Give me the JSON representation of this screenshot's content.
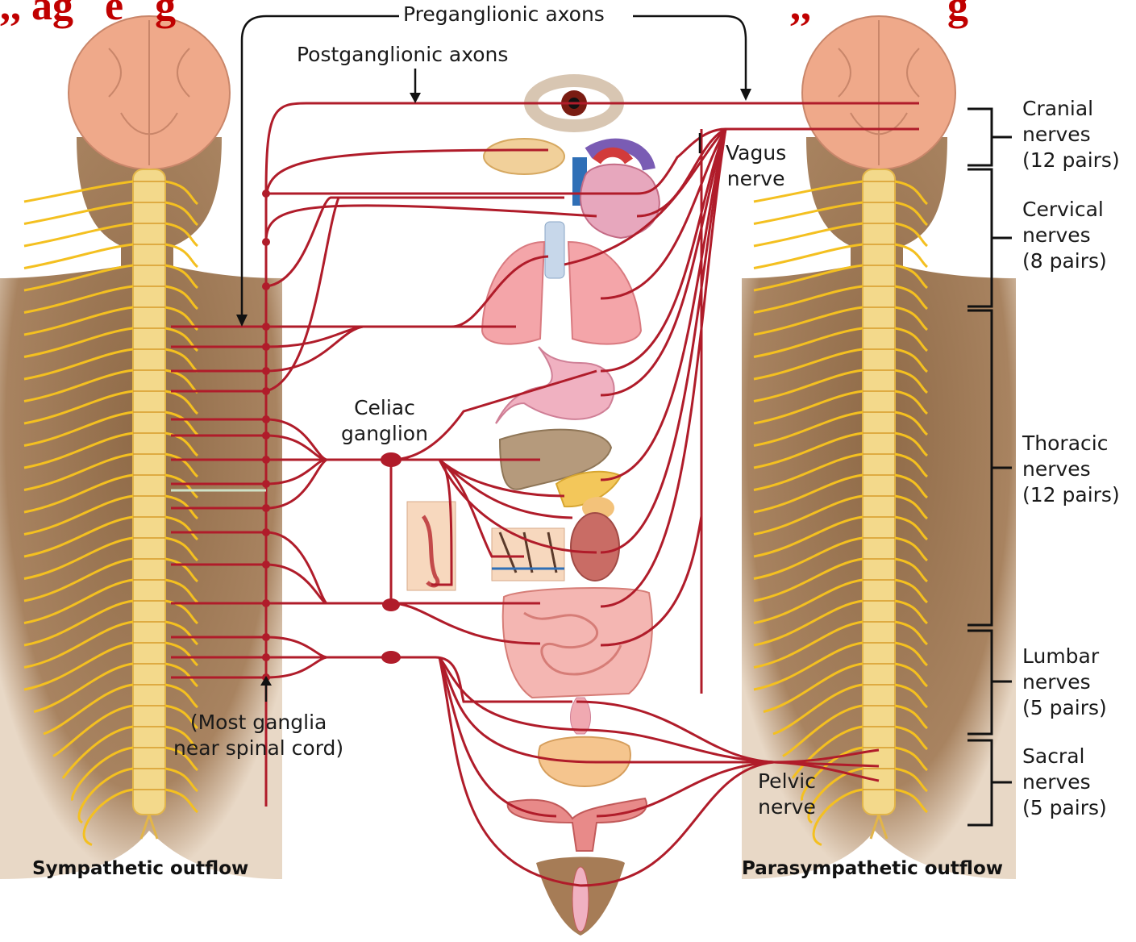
{
  "header": {
    "title_left": ",, ag   e   g",
    "title_right": ",,             g"
  },
  "labels": {
    "preganglionic": "Preganglionic axons",
    "postganglionic": "Postganglionic axons",
    "vagus": "Vagus\nnerve",
    "celiac": "Celiac\nganglion",
    "pelvic": "Pelvic\nnerve",
    "most_ganglia": "(Most ganglia\nnear spinal cord)"
  },
  "nerve_groups": [
    {
      "name": "Cranial",
      "text": "Cranial\nnerves\n(12 pairs)"
    },
    {
      "name": "Cervical",
      "text": "Cervical\nnerves\n(8 pairs)"
    },
    {
      "name": "Thoracic",
      "text": "Thoracic\nnerves\n(12 pairs)"
    },
    {
      "name": "Lumbar",
      "text": "Lumbar\nnerves\n(5 pairs)"
    },
    {
      "name": "Sacral",
      "text": "Sacral\nnerves\n(5 pairs)"
    }
  ],
  "captions": {
    "sympathetic": "Sympathetic outflow",
    "parasympathetic": "Parasympathetic outflow"
  },
  "colors": {
    "nerve_red": "#b01c2a",
    "skin": "#a67c56",
    "spine": "#f3d98b",
    "nerve_yellow": "#f4c020",
    "brain": "#efa98a"
  }
}
